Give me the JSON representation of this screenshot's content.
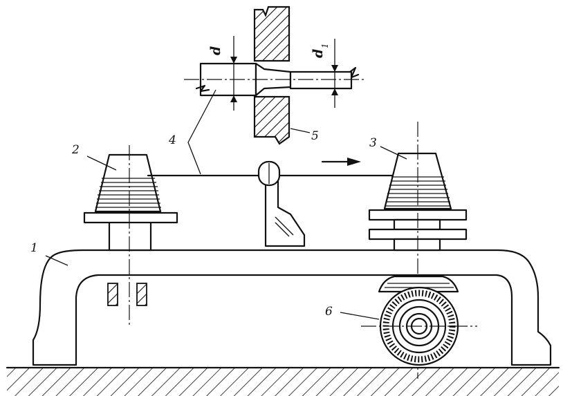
{
  "labels": {
    "l1": "1",
    "l2": "2",
    "l3": "3",
    "l4": "4",
    "l5": "5",
    "l6": "6",
    "d": "d",
    "d1_main": "d",
    "d1_sub": "1"
  }
}
